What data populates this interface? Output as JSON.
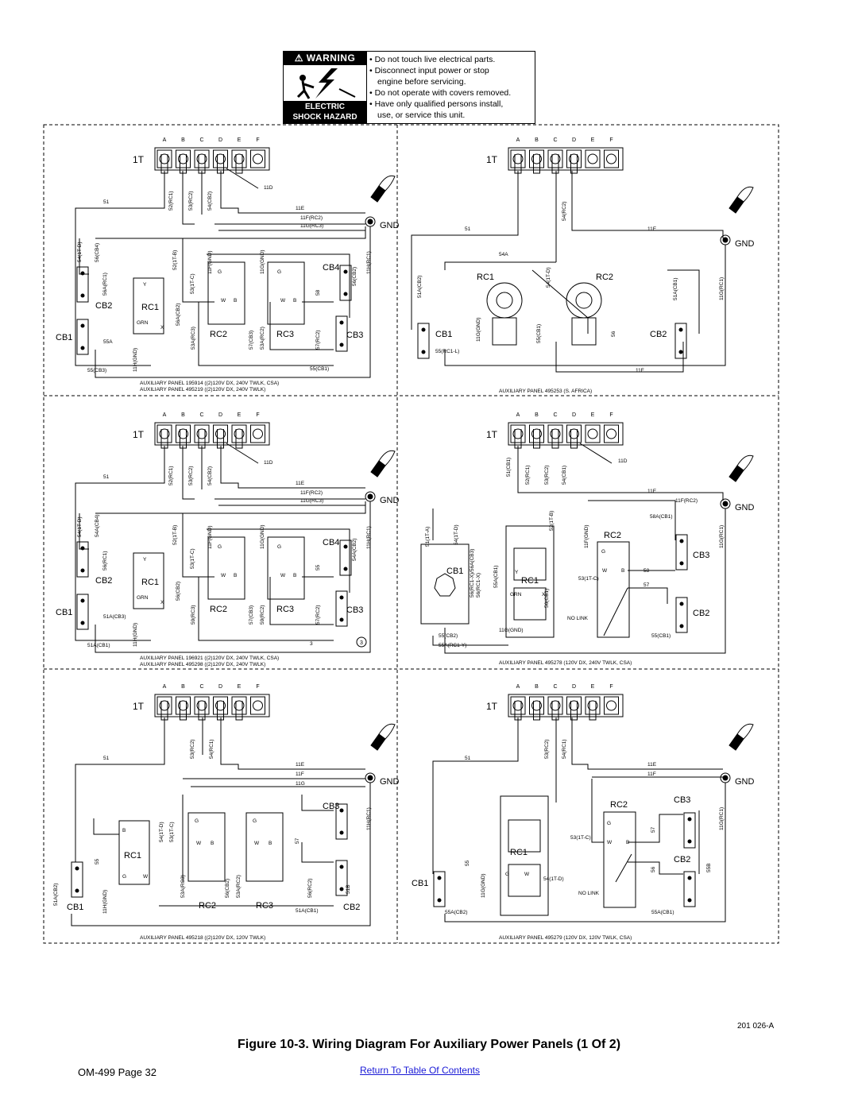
{
  "warning": {
    "title": "WARNING",
    "hazard": [
      "ELECTRIC",
      "SHOCK HAZARD"
    ],
    "lines": [
      {
        "text": "• Do not touch live electrical parts.",
        "indent": false
      },
      {
        "text": "• Disconnect input power or stop",
        "indent": false
      },
      {
        "text": "engine before servicing.",
        "indent": true
      },
      {
        "text": "• Do not operate with covers removed.",
        "indent": false
      },
      {
        "text": "• Have only qualified persons install,",
        "indent": false
      },
      {
        "text": "use, or service this unit.",
        "indent": true
      }
    ]
  },
  "common": {
    "terminals": [
      "A",
      "B",
      "C",
      "D",
      "E",
      "F"
    ],
    "block": "1T",
    "gnd": "GND"
  },
  "panels": [
    {
      "id": "p1",
      "captions": [
        "AUXILIARY PANEL 195914 ((2)120V DX, 240V TWLK, CSA)",
        "AUXILIARY PANEL 495219 ((2)120V DX, 240V TWLK)"
      ],
      "components": [
        "CB1",
        "CB2",
        "RC1",
        "RC2",
        "RC3",
        "CB3",
        "CB4"
      ],
      "wires": [
        "51",
        "11D",
        "11E",
        "11F(RC2)",
        "11G(RC3)",
        "52(RC1)",
        "53(RC2)",
        "54(CB2)",
        "54(1T-D)",
        "56(CB4)",
        "56A(RC1)",
        "52(1T-B)",
        "53(1T-C)",
        "11F(GND)",
        "11G(GND)",
        "56(CB2)",
        "11H(RC1)",
        "56A(CB2)",
        "53A(RC3)",
        "57(CB3)",
        "53A(RC2)",
        "57(RC2)",
        "58",
        "55A",
        "11H(GND)",
        "55(CB3)",
        "55(CB1)"
      ],
      "pins": [
        "Y",
        "X",
        "GRN",
        "G",
        "W",
        "B"
      ]
    },
    {
      "id": "p2",
      "captions": [
        "AUXILIARY PANEL 495253 (S. AFRICA)"
      ],
      "components": [
        "RC1",
        "RC2",
        "CB1",
        "CB2"
      ],
      "wires": [
        "51",
        "54(RC2)",
        "11E",
        "54A",
        "51A(CB2)",
        "54(1T-D)",
        "51A(CB1)",
        "11G(RC1)",
        "11G(GND)",
        "55(CB1)",
        "56",
        "55(RC1-L)",
        "11F"
      ]
    },
    {
      "id": "p3",
      "captions": [
        "AUXILIARY PANEL 196921 ((2)120V DX, 240V TWLK, CSA)",
        "AUXILIARY PANEL 495298 ((2)120V DX, 240V TWLK)"
      ],
      "components": [
        "CB1",
        "CB2",
        "RC1",
        "RC2",
        "RC3",
        "CB3",
        "CB4"
      ],
      "wires": [
        "51",
        "11D",
        "11E",
        "11F(RC2)",
        "11G(RC3)",
        "52(RC1)",
        "53(RC2)",
        "54(CB2)",
        "54(1T-D)",
        "54A(CB4)",
        "56(RC1)",
        "52(1T-B)",
        "53(1T-C)",
        "11F(GND)",
        "11G(GND)",
        "54A(CB2)",
        "11H(RC1)",
        "56(CB2)",
        "59(RC3)",
        "57(CB3)",
        "59(RC2)",
        "57(RC2)",
        "55",
        "51A(CB3)",
        "11H(GND)",
        "51A(CB1)",
        "3"
      ],
      "pins": [
        "Y",
        "X",
        "GRN",
        "G",
        "W",
        "B"
      ]
    },
    {
      "id": "p4",
      "captions": [
        "AUXILIARY PANEL 495278 (120V DX, 240V TWLK, CSA)"
      ],
      "components": [
        "CB1",
        "RC1",
        "RC2",
        "CB3",
        "CB2"
      ],
      "wires": [
        "51(CB1)",
        "52(RC1)",
        "53(RC2)",
        "54(CB1)",
        "11D",
        "11E",
        "11F(RC2)",
        "58A(CB1)",
        "51(1T-A)",
        "54(1T-D)",
        "56(RC1-X)/56A(CB3)",
        "52(1T-B)",
        "11F(GND)",
        "11G(RC1)",
        "56(RC1-X)",
        "55A(CB1)",
        "56(CB1)",
        "53(1T-C)",
        "58",
        "57",
        "NO LINK",
        "55(CB2)",
        "55A(RC1-Y)",
        "11G(GND)",
        "55(CB1)"
      ],
      "pins": [
        "Y",
        "X",
        "GRN",
        "G",
        "W",
        "B"
      ]
    },
    {
      "id": "p5",
      "captions": [
        "AUXILIARY PANEL 495218 ((2)120V DX, 120V TWLK)"
      ],
      "components": [
        "CB1",
        "CB2",
        "RC1",
        "RC2",
        "RC3",
        "CB3"
      ],
      "wires": [
        "51",
        "53(RC2)",
        "54(RC1)",
        "11E",
        "11F",
        "11G",
        "55",
        "54(1T-D)",
        "53(1T-C)",
        "53A(RC3)",
        "56(CB2)",
        "53A(RC2)",
        "56(RC2)",
        "57",
        "51B",
        "11H(RC1)",
        "51A(CB2)",
        "11H(GND)",
        "51A(CB1)"
      ],
      "pins": [
        "B",
        "G",
        "W"
      ]
    },
    {
      "id": "p6",
      "captions": [
        "AUXILIARY PANEL 495279 (120V DX, 120V TWLK, CSA)"
      ],
      "components": [
        "CB1",
        "RC1",
        "RC2",
        "CB3",
        "CB2"
      ],
      "wires": [
        "51",
        "53(RC2)",
        "54(RC1)",
        "11E",
        "11F",
        "55",
        "53(1T-C)",
        "57",
        "56",
        "55B",
        "11G(RC1)",
        "11G(GND)",
        "54(1T-D)",
        "NO LINK",
        "55A(CB2)",
        "55A(CB1)"
      ],
      "pins": [
        "G",
        "W",
        "B"
      ]
    }
  ],
  "footer": {
    "figure_code": "201 026-A",
    "caption": "Figure 10-3. Wiring Diagram For Auxiliary Power Panels (1 Of 2)",
    "page": "OM-499 Page 32",
    "toc_link": "Return To Table Of Contents"
  }
}
